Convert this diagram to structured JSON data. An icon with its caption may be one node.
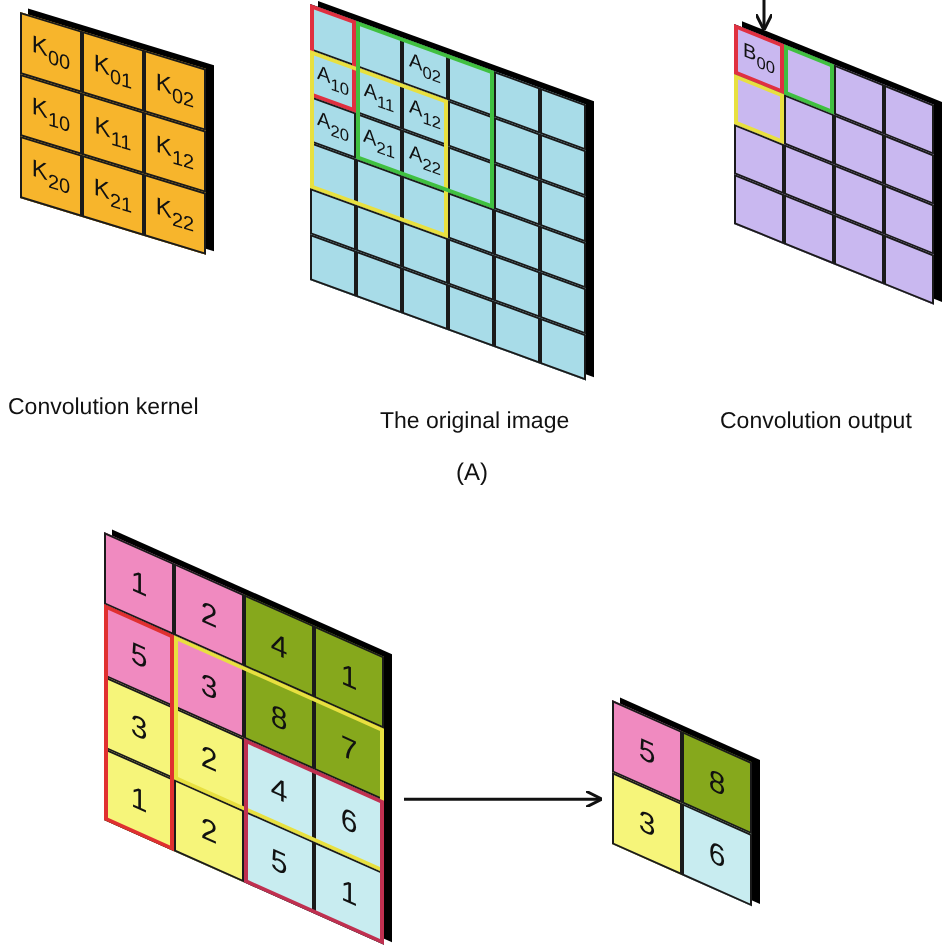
{
  "diagram": {
    "nodes": [
      {
        "text": [
          "K$_{00}$",
          "K$_{01}$",
          "K$_{02}$",
          "K$_{10}$",
          "K$_{11}$",
          "K$_{12}$",
          "K$_{20}$",
          "K$_{21}$",
          "K$_{22}$"
        ]
      },
      {
        "text": [
          "A$_{02}$",
          "A$_{10}$",
          "A$_{11}$",
          "A$_{12}$",
          "A$_{20}$",
          "A$_{21}$",
          "A$_{22}$"
        ]
      },
      {
        "text": [
          "B$_{00}$"
        ]
      },
      {
        "text": [
          "1",
          "2",
          "4",
          "1",
          "5",
          "3",
          "8",
          "7",
          "3",
          "2",
          "4",
          "6",
          "1",
          "2",
          "5",
          "1"
        ]
      },
      {
        "text": [
          "5",
          "8",
          "3",
          "6"
        ]
      }
    ],
    "edges": [
      {
        "from": null,
        "to": 2,
        "arrow": "to"
      },
      {
        "from": 3,
        "to": 4,
        "arrow": "to"
      }
    ],
    "labels": [
      "Convolution kernel",
      "The original image",
      "Convolution output",
      "(A)"
    ]
  }
}
